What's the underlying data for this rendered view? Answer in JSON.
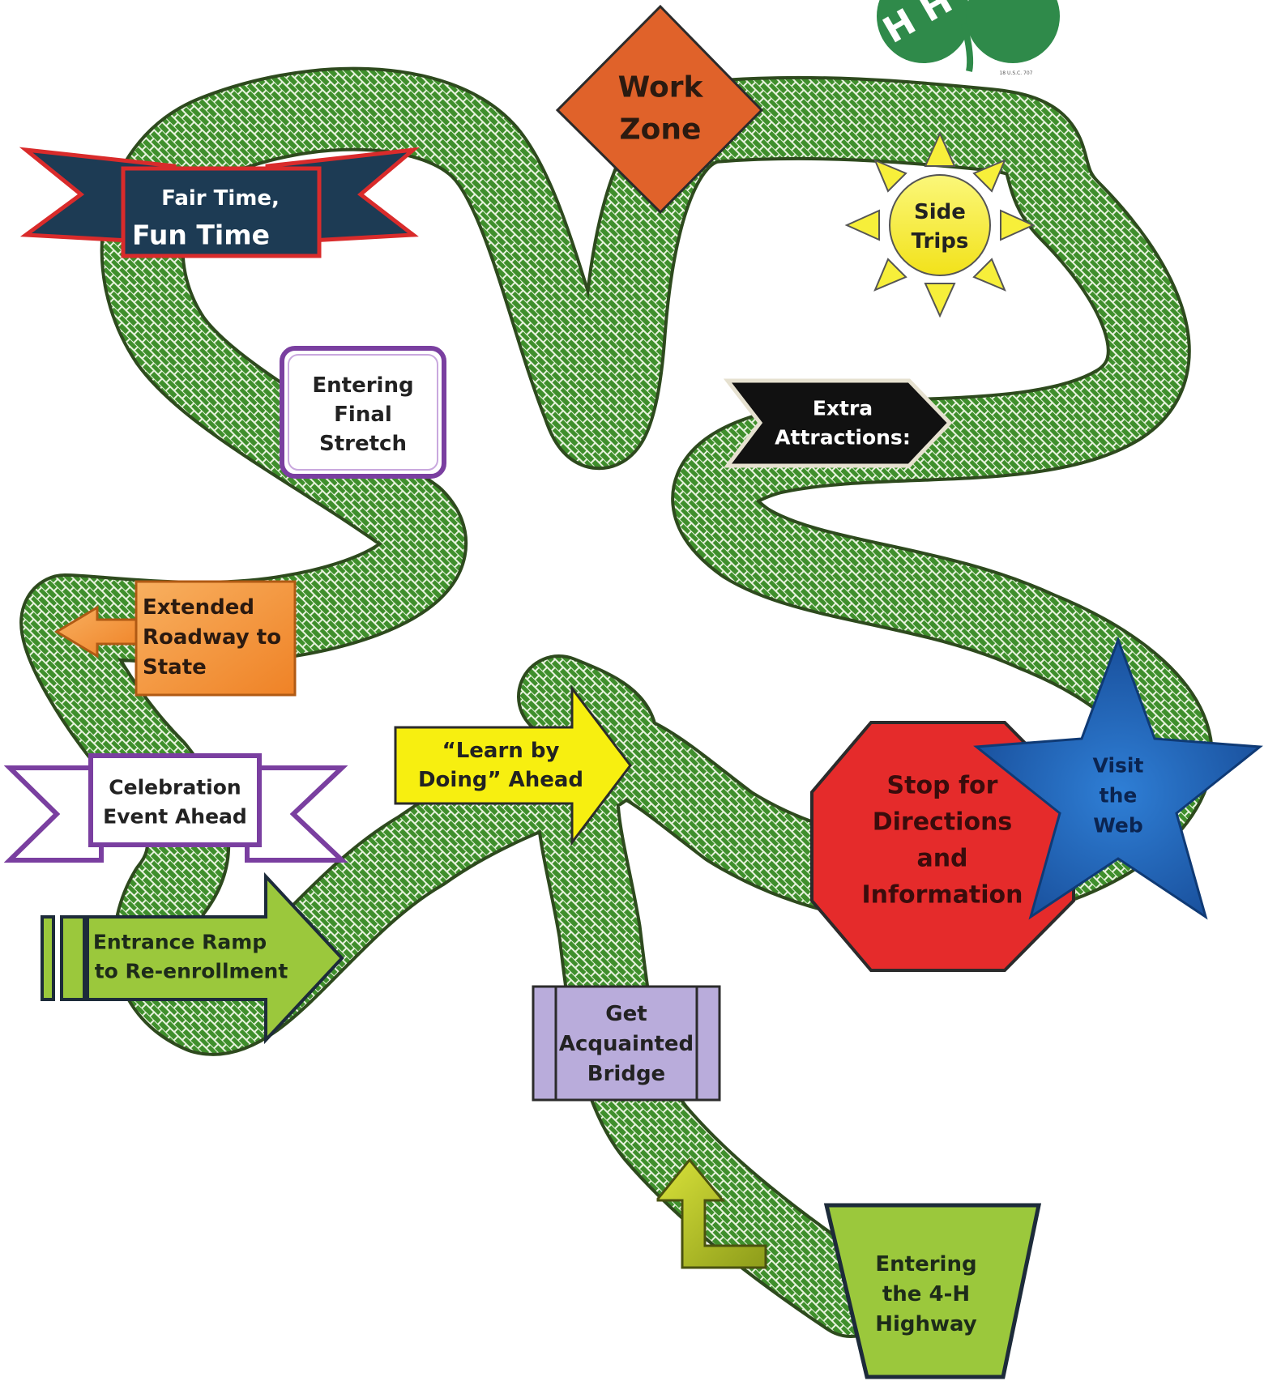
{
  "logo": {
    "text": "H H",
    "fine_print": "18 U.S.C. 707"
  },
  "signs": {
    "work_zone": [
      "Work",
      "Zone"
    ],
    "side_trips": [
      "Side",
      "Trips"
    ],
    "fair_time": [
      "Fair Time,",
      "Fun Time"
    ],
    "final_stretch": [
      "Entering",
      "Final",
      "Stretch"
    ],
    "extra_attractions": [
      "Extra",
      "Attractions:"
    ],
    "extended_roadway": [
      "Extended",
      "Roadway to",
      "State"
    ],
    "learn_by_doing": [
      "“Learn by",
      "Doing” Ahead"
    ],
    "celebration": [
      "Celebration",
      "Event Ahead"
    ],
    "stop_sign": [
      "Stop for",
      "Directions",
      "and",
      "Information"
    ],
    "visit_web": [
      "Visit",
      "the",
      "Web"
    ],
    "entrance_ramp": [
      "Entrance Ramp",
      "to Re-enrollment"
    ],
    "acquainted_bridge": [
      "Get",
      "Acquainted",
      "Bridge"
    ],
    "highway": [
      "Entering",
      "the 4-H",
      "Highway"
    ]
  },
  "colors": {
    "road": "#3f8f2c",
    "brick_line": "#ffffff",
    "logo_green": "#2f8a4a",
    "work_zone": "#e0622a",
    "sun": "#f7ef3a",
    "fair_time_banner": "#1d3b54",
    "fair_time_border": "#d92b2b",
    "final_stretch_border": "#7a3fa0",
    "extra_attractions": "#111111",
    "extended_roadway": "#f0932f",
    "learn_by_doing": "#f7ef10",
    "celebration_border": "#7a3fa0",
    "stop_sign": "#e52b2b",
    "visit_web": "#1e5fb0",
    "entrance_ramp": "#9bc83c",
    "acquainted_bridge": "#b9acdb",
    "highway": "#9bc83c",
    "turn_arrow": "#b8c82a"
  }
}
